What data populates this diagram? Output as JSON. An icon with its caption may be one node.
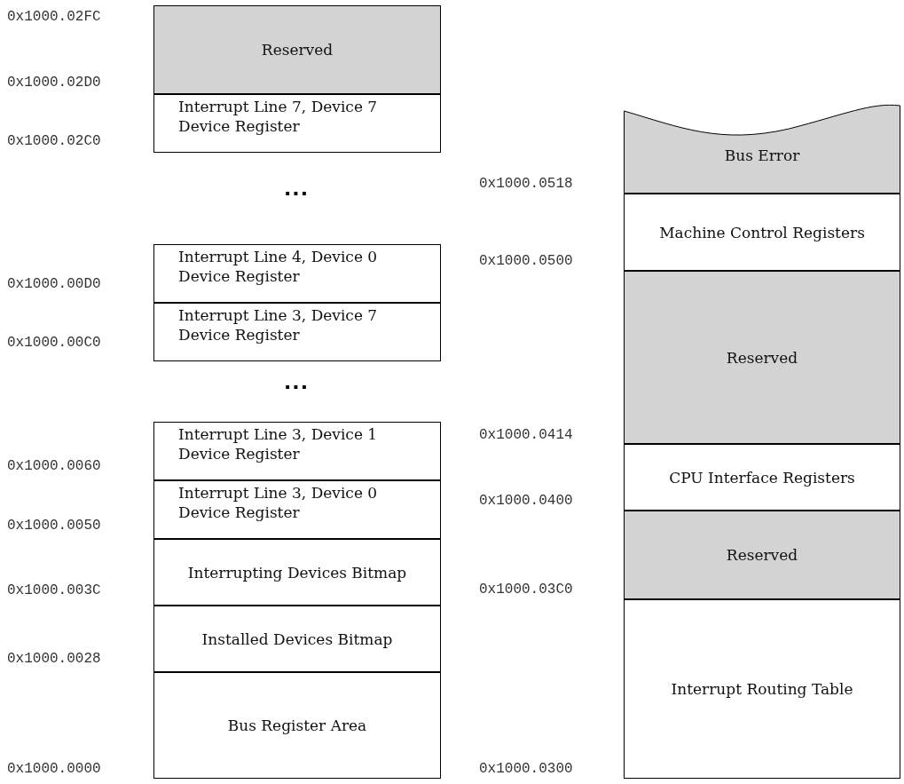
{
  "diagram": {
    "nodes": [
      {
        "text": [
          "Reserved"
        ]
      },
      {
        "text": [
          "Interrupt Line 7, Device 7 Device Register"
        ]
      },
      {
        "text": [
          "Interrupt Line 4, Device 0 Device Register"
        ]
      },
      {
        "text": [
          "Interrupt Line 3, Device 7 Device Register"
        ]
      },
      {
        "text": [
          "Interrupt Line 3, Device 1 Device Register"
        ]
      },
      {
        "text": [
          "Interrupt Line 3, Device 0 Device Register"
        ]
      },
      {
        "text": [
          "Interrupting Devices Bitmap"
        ]
      },
      {
        "text": [
          "Installed Devices Bitmap"
        ]
      },
      {
        "text": [
          "Bus Register Area"
        ]
      },
      {
        "text": [
          "Bus Error"
        ]
      },
      {
        "text": [
          "Machine Control Registers"
        ]
      },
      {
        "text": [
          "Reserved"
        ]
      },
      {
        "text": [
          "CPU Interface Registers"
        ]
      },
      {
        "text": [
          "Reserved"
        ]
      },
      {
        "text": [
          "Interrupt Routing Table"
        ]
      }
    ],
    "edges": [],
    "labels": [
      "0x1000.02FC",
      "0x1000.02D0",
      "0x1000.02C0",
      "...",
      "0x1000.00D0",
      "0x1000.00C0",
      "...",
      "0x1000.0060",
      "0x1000.0050",
      "0x1000.003C",
      "0x1000.0028",
      "0x1000.0000",
      "0x1000.0518",
      "0x1000.0500",
      "0x1000.0414",
      "0x1000.0400",
      "0x1000.03C0",
      "0x1000.0300"
    ]
  }
}
